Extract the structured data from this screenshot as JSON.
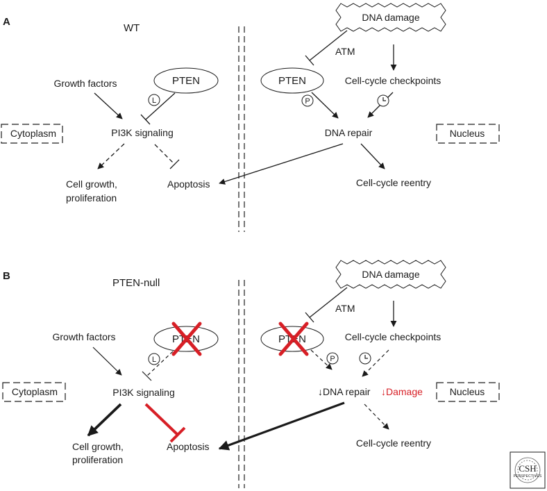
{
  "panel_a": {
    "letter": "A",
    "condition": "WT",
    "dna_damage": "DNA damage",
    "atm": "ATM",
    "pten_cyto": "PTEN",
    "pten_nuc": "PTEN",
    "growth_factors": "Growth factors",
    "pi3k": "PI3K signaling",
    "cytoplasm": "Cytoplasm",
    "nucleus": "Nucleus",
    "checkpoints": "Cell-cycle checkpoints",
    "dna_repair": "DNA repair",
    "cell_growth_line1": "Cell growth,",
    "cell_growth_line2": "proliferation",
    "apoptosis": "Apoptosis",
    "reentry": "Cell-cycle reentry",
    "badge_l": "L",
    "badge_p": "P"
  },
  "panel_b": {
    "letter": "B",
    "condition": "PTEN-null",
    "dna_damage": "DNA damage",
    "atm": "ATM",
    "pten_cyto": "PTEN",
    "pten_nuc": "PTEN",
    "growth_factors": "Growth factors",
    "pi3k": "PI3K signaling",
    "cytoplasm": "Cytoplasm",
    "nucleus": "Nucleus",
    "checkpoints": "Cell-cycle checkpoints",
    "dna_repair": "↓DNA repair",
    "damage": "↓Damage",
    "cell_growth_line1": "Cell growth,",
    "cell_growth_line2": "proliferation",
    "apoptosis": "Apoptosis",
    "reentry": "Cell-cycle reentry",
    "badge_l": "L",
    "badge_p": "P"
  },
  "logo": {
    "main": "CSH",
    "sub": "PERSPECTIVES"
  },
  "colors": {
    "ink": "#1a1a1a",
    "inhibition_red": "#d71f26"
  }
}
